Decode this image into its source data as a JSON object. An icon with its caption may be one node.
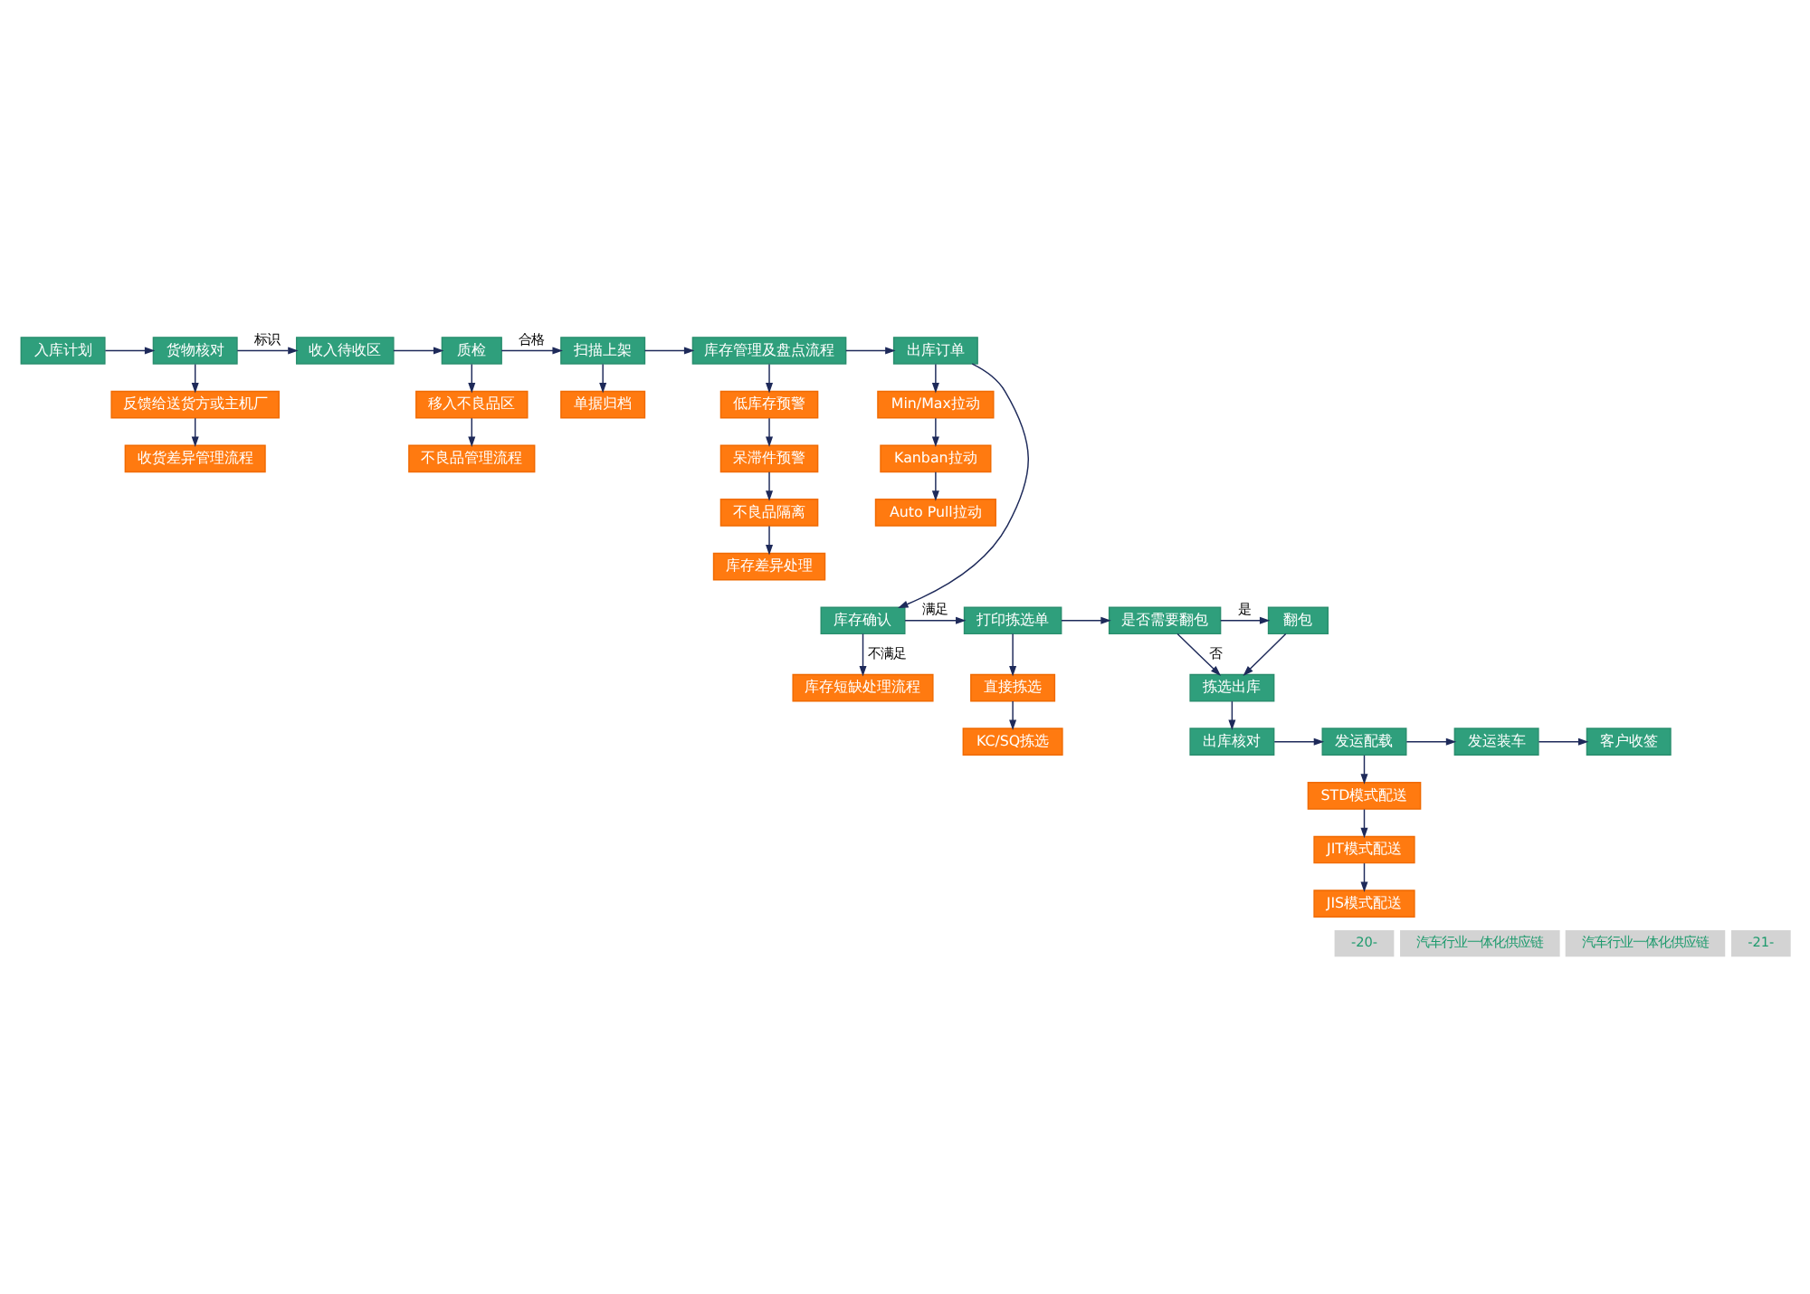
{
  "diagram": {
    "nodes": [
      {
        "text": [
          "单据归档"
        ]
      },
      {
        "text": [
          "入库计划"
        ]
      },
      {
        "text": [
          "货物核对"
        ]
      },
      {
        "text": [
          "收入待收区"
        ]
      },
      {
        "text": [
          "质检"
        ]
      },
      {
        "text": [
          "扫描上架"
        ]
      },
      {
        "text": [
          "库存管理及盘点流程"
        ]
      },
      {
        "text": [
          "出库订单"
        ]
      },
      {
        "text": [
          "反馈给送货方或主机厂"
        ]
      },
      {
        "text": [
          "移入不良品区"
        ]
      },
      {
        "text": [
          "低库存预警"
        ]
      },
      {
        "text": [
          "Min/Max拉动"
        ]
      },
      {
        "text": [
          "收货差异管理流程"
        ]
      },
      {
        "text": [
          "不良品管理流程"
        ]
      },
      {
        "text": [
          "呆滞件预警"
        ]
      },
      {
        "text": [
          "Kanban拉动"
        ]
      },
      {
        "text": [
          "不良品隔离"
        ]
      },
      {
        "text": [
          "Auto Pull拉动"
        ]
      },
      {
        "text": [
          "库存差异处理"
        ]
      },
      {
        "text": [
          "客户收签"
        ]
      },
      {
        "text": [
          "发运装车"
        ]
      },
      {
        "text": [
          "发运配载"
        ]
      },
      {
        "text": [
          "出库核对"
        ]
      },
      {
        "text": [
          "STD模式配送"
        ]
      },
      {
        "text": [
          "拣选出库"
        ]
      },
      {
        "text": [
          "JIT模式配送"
        ]
      },
      {
        "text": [
          "JIS模式配送"
        ]
      },
      {
        "text": [
          "翻包"
        ]
      },
      {
        "text": [
          "是否需要翻包"
        ]
      },
      {
        "text": [
          "打印拣选单"
        ]
      },
      {
        "text": [
          "库存确认"
        ]
      },
      {
        "text": [
          "直接拣选"
        ]
      },
      {
        "text": [
          "库存短缺处理流程"
        ]
      },
      {
        "text": [
          "KC/SQ拣选"
        ]
      }
    ],
    "edges": [
      {
        "from": 1,
        "to": 2,
        "arrow": "to"
      },
      {
        "from": 2,
        "to": 3,
        "arrow": "to",
        "label": "标识"
      },
      {
        "from": 3,
        "to": 4,
        "arrow": "to"
      },
      {
        "from": 4,
        "to": 5,
        "arrow": "to",
        "label": "合格"
      },
      {
        "from": 5,
        "to": 0,
        "arrow": "to"
      },
      {
        "from": 5,
        "to": 6,
        "arrow": "to"
      },
      {
        "from": 6,
        "to": 7,
        "arrow": "to"
      },
      {
        "from": 2,
        "to": 8,
        "arrow": "to"
      },
      {
        "from": 8,
        "to": 12,
        "arrow": "to"
      },
      {
        "from": 4,
        "to": 9,
        "arrow": "to"
      },
      {
        "from": 9,
        "to": 13,
        "arrow": "to"
      },
      {
        "from": 6,
        "to": 10,
        "arrow": "to"
      },
      {
        "from": 10,
        "to": 14,
        "arrow": "to"
      },
      {
        "from": 14,
        "to": 16,
        "arrow": "to"
      },
      {
        "from": 16,
        "to": 18,
        "arrow": "to"
      },
      {
        "from": 7,
        "to": 11,
        "arrow": "to"
      },
      {
        "from": 11,
        "to": 15,
        "arrow": "to"
      },
      {
        "from": 15,
        "to": 17,
        "arrow": "to"
      },
      {
        "from": 7,
        "to": 30,
        "arrow": "to"
      },
      {
        "from": 30,
        "to": 29,
        "arrow": "to",
        "label": "满足"
      },
      {
        "from": 30,
        "to": 32,
        "arrow": "to",
        "label": "不满足"
      },
      {
        "from": 29,
        "to": 28,
        "arrow": "to"
      },
      {
        "from": 29,
        "to": 31,
        "arrow": "to"
      },
      {
        "from": 31,
        "to": 33,
        "arrow": "to"
      },
      {
        "from": 28,
        "to": 27,
        "arrow": "to",
        "label": "是"
      },
      {
        "from": 28,
        "to": 24,
        "arrow": "to",
        "label": "否"
      },
      {
        "from": 27,
        "to": 24,
        "arrow": "to"
      },
      {
        "from": 24,
        "to": 22,
        "arrow": "to"
      },
      {
        "from": 22,
        "to": 21,
        "arrow": "to"
      },
      {
        "from": 21,
        "to": 20,
        "arrow": "to"
      },
      {
        "from": 20,
        "to": 19,
        "arrow": "to"
      },
      {
        "from": 21,
        "to": 23,
        "arrow": "to"
      },
      {
        "from": 23,
        "to": 25,
        "arrow": "to"
      },
      {
        "from": 25,
        "to": 26,
        "arrow": "to"
      }
    ],
    "labels": [
      "-20-",
      "汽车行业一体化供应链",
      "汽车行业一体化供应链",
      "-21-"
    ]
  }
}
